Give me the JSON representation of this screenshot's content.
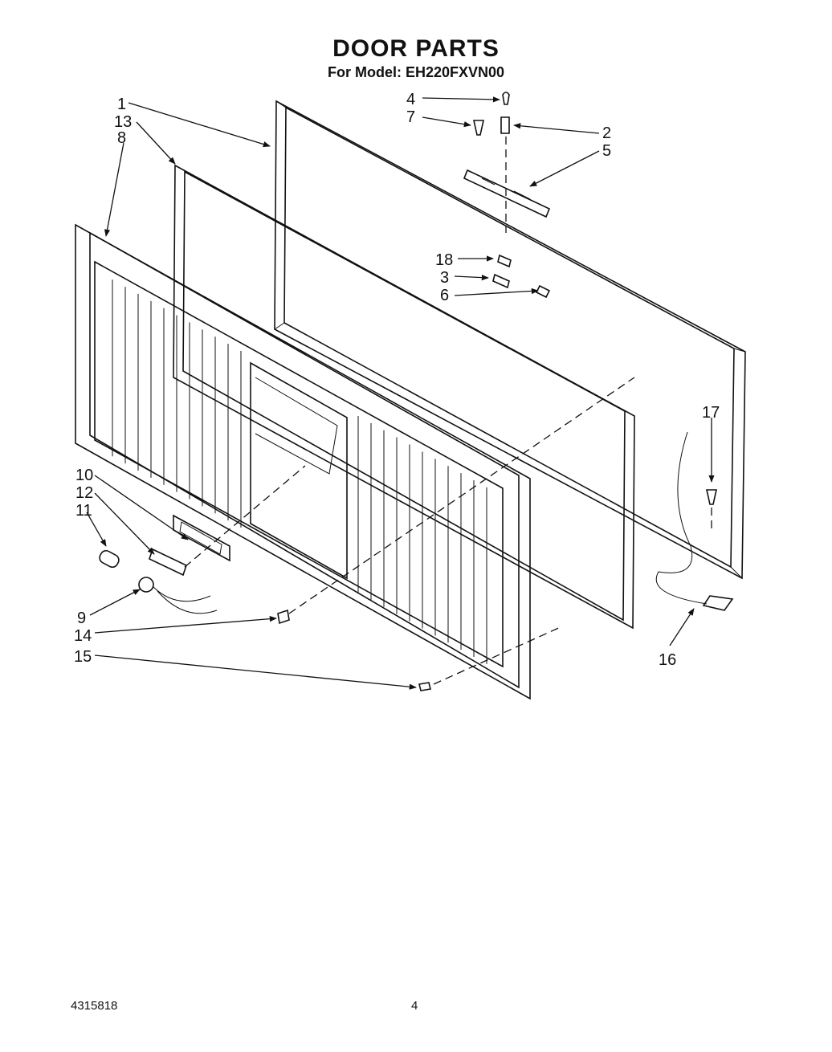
{
  "header": {
    "title": "DOOR PARTS",
    "model_line": "For Model: EH220FXVN00"
  },
  "callouts": [
    "1",
    "13",
    "8",
    "4",
    "7",
    "2",
    "5",
    "18",
    "3",
    "6",
    "17",
    "10",
    "12",
    "11",
    "9",
    "14",
    "15",
    "16"
  ],
  "footer": {
    "doc_number": "4315818",
    "page_number": "4"
  }
}
